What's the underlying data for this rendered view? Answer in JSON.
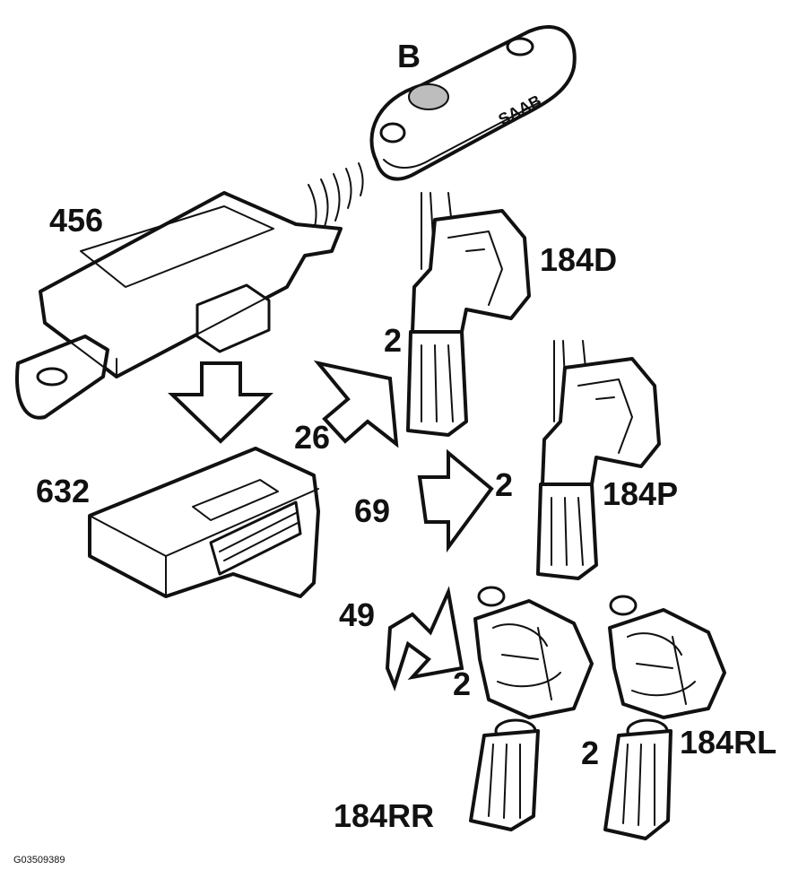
{
  "labels": {
    "remote": "B",
    "module_456": "456",
    "module_632": "632",
    "arrow_26": "26",
    "arrow_69": "69",
    "arrow_49": "49",
    "actuator_184d": "184D",
    "actuator_184p": "184P",
    "actuator_184rr": "184RR",
    "actuator_184rl": "184RL",
    "motor_184d": "2",
    "motor_184p": "2",
    "motor_184rr": "2",
    "motor_184rl": "2",
    "remote_brand": "SAAB"
  },
  "figure_id": "G03509389"
}
